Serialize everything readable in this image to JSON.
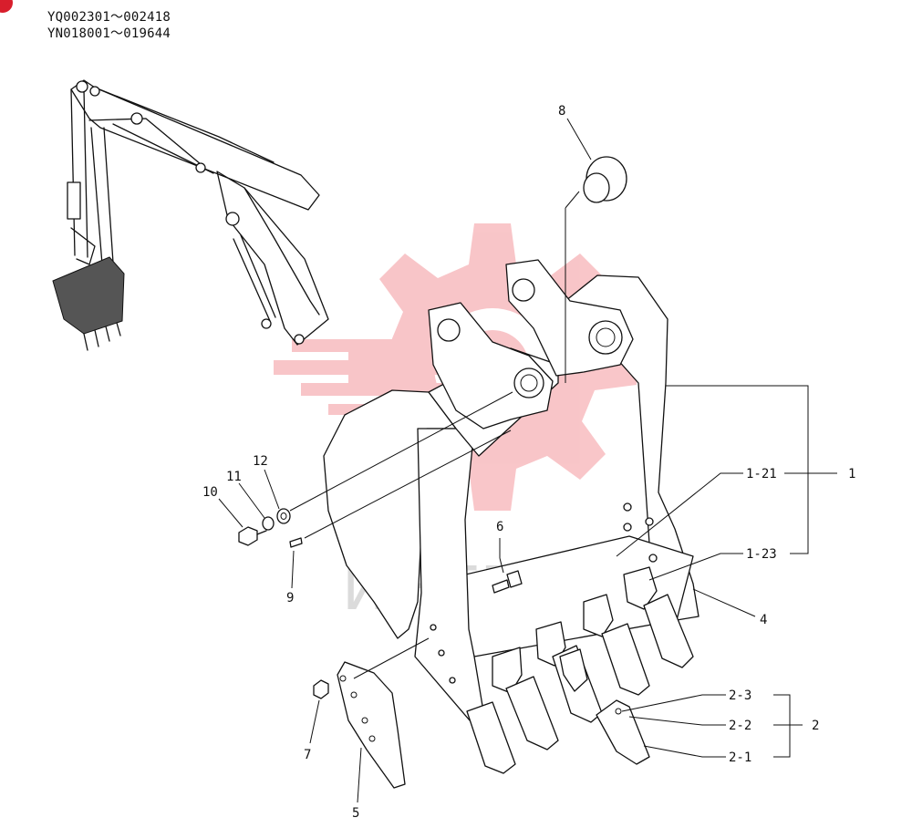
{
  "header": {
    "serial_range_1": "YQ002301～002418",
    "serial_range_2": "YN018001～019644"
  },
  "watermark": {
    "text": "ИНТЕХ",
    "color": "#e8323c"
  },
  "callouts": {
    "c1": "1",
    "c1_21": "1-21",
    "c1_23": "1-23",
    "c2": "2",
    "c2_1": "2-1",
    "c2_2": "2-2",
    "c2_3": "2-3",
    "c4": "4",
    "c5": "5",
    "c6": "6",
    "c7": "7",
    "c8": "8",
    "c9": "9",
    "c10": "10",
    "c11": "11",
    "c12": "12"
  }
}
